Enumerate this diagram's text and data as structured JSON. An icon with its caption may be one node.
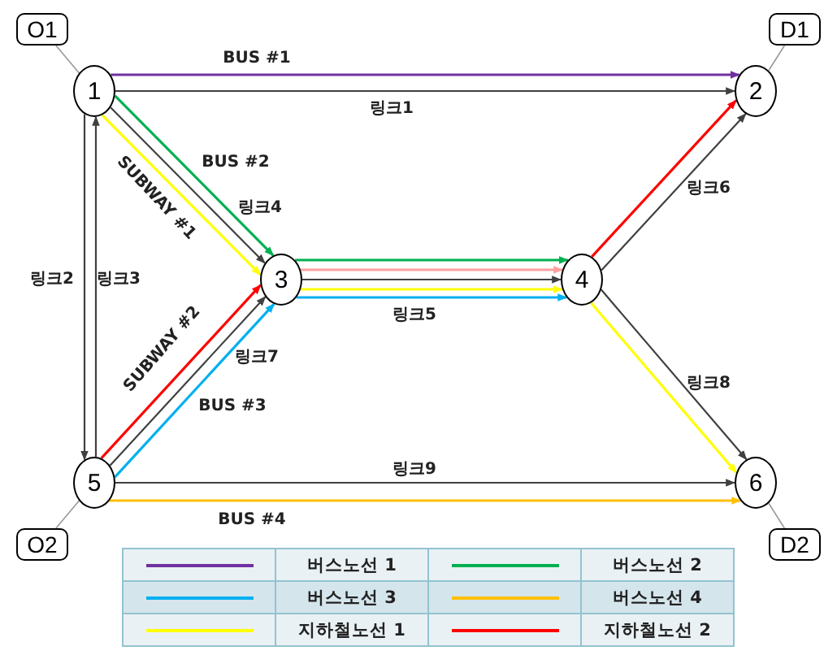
{
  "diagram": {
    "nodes": [
      {
        "text": [
          "1"
        ]
      },
      {
        "text": [
          "2"
        ]
      },
      {
        "text": [
          "3"
        ]
      },
      {
        "text": [
          "4"
        ]
      },
      {
        "text": [
          "5"
        ]
      },
      {
        "text": [
          "6"
        ]
      },
      {
        "text": [
          "O1"
        ]
      },
      {
        "text": [
          "D1"
        ]
      },
      {
        "text": [
          "O2"
        ]
      },
      {
        "text": [
          "D2"
        ]
      }
    ],
    "edges": [
      {
        "from": 0,
        "to": 1,
        "arrow": "to",
        "label": "링크1"
      },
      {
        "from": 0,
        "to": 4,
        "arrow": "to",
        "label": "링크2"
      },
      {
        "from": 4,
        "to": 0,
        "arrow": "to",
        "label": "링크3"
      },
      {
        "from": 0,
        "to": 2,
        "arrow": "to",
        "label": "링크4"
      },
      {
        "from": 2,
        "to": 3,
        "arrow": "to"
      },
      {
        "from": 3,
        "to": 1,
        "arrow": "to",
        "label": "링크6"
      },
      {
        "from": 4,
        "to": 2,
        "arrow": "to",
        "label": "링크7"
      },
      {
        "from": 3,
        "to": 5,
        "arrow": "to",
        "label": "링크8"
      },
      {
        "from": 4,
        "to": 5,
        "arrow": "to",
        "label": "링크9"
      },
      {
        "from": 0,
        "to": 1,
        "arrow": "to",
        "label": "BUS #1",
        "color": "#7030a0"
      },
      {
        "from": 0,
        "to": 2,
        "arrow": "to",
        "label": "BUS #2",
        "color": "#00b050"
      },
      {
        "from": 2,
        "to": 3,
        "arrow": "to",
        "color": "#00b050"
      },
      {
        "from": 0,
        "to": 2,
        "arrow": "to",
        "label": "SUBWAY #1",
        "color": "#ffff00"
      },
      {
        "from": 2,
        "to": 3,
        "arrow": "to",
        "color": "#ffff00"
      },
      {
        "from": 3,
        "to": 5,
        "arrow": "to",
        "color": "#ffff00"
      },
      {
        "from": 4,
        "to": 2,
        "arrow": "to",
        "label": "SUBWAY #2",
        "color": "#ff0000"
      },
      {
        "from": 2,
        "to": 3,
        "arrow": "to",
        "color": "#ffa0a0"
      },
      {
        "from": 3,
        "to": 1,
        "arrow": "to",
        "color": "#ff0000"
      },
      {
        "from": 4,
        "to": 2,
        "arrow": "to",
        "label": "BUS #3",
        "color": "#00b0f0"
      },
      {
        "from": 2,
        "to": 3,
        "arrow": "to",
        "color": "#00b0f0"
      },
      {
        "from": 4,
        "to": 5,
        "arrow": "to",
        "label": "BUS #4",
        "color": "#ffc000"
      },
      {
        "from": 6,
        "to": 0,
        "arrow": "none",
        "color": "#999999"
      },
      {
        "from": 7,
        "to": 1,
        "arrow": "none",
        "color": "#999999"
      },
      {
        "from": 8,
        "to": 4,
        "arrow": "none",
        "color": "#999999"
      },
      {
        "from": 9,
        "to": 5,
        "arrow": "none",
        "color": "#999999"
      }
    ],
    "labels": [
      "링크5"
    ],
    "legend": [
      {
        "text": "버스노선 1",
        "color": "#7030a0"
      },
      {
        "text": "버스노선 2",
        "color": "#00b050"
      },
      {
        "text": "버스노선 3",
        "color": "#00b0f0"
      },
      {
        "text": "버스노선 4",
        "color": "#ffc000"
      },
      {
        "text": "지하철노선 1",
        "color": "#ffff00"
      },
      {
        "text": "지하철노선 2",
        "color": "#ff0000"
      }
    ]
  }
}
